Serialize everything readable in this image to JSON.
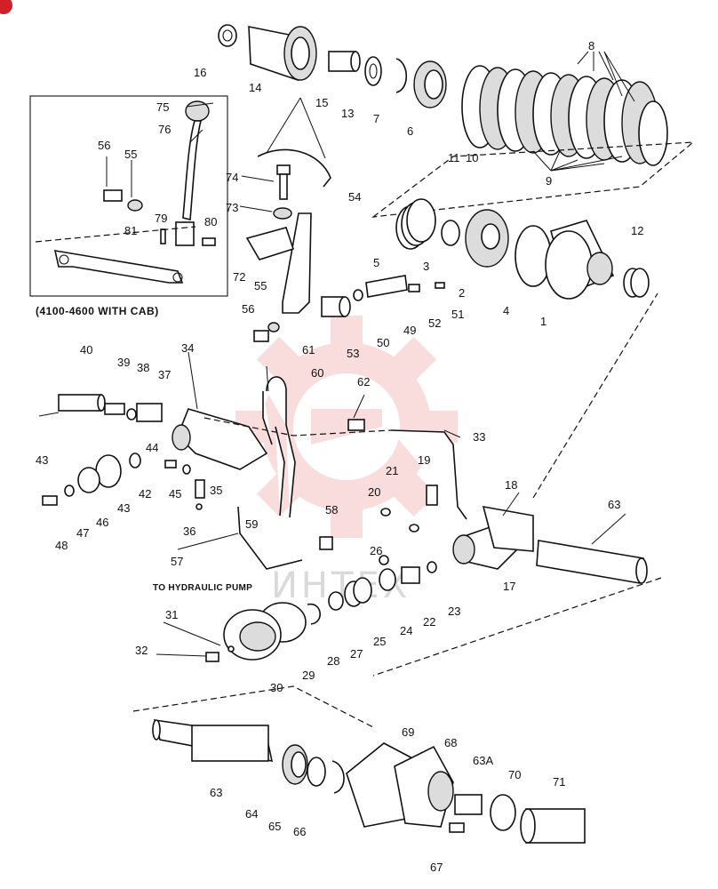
{
  "diagram": {
    "inset_caption": "(4100-4600   WITH CAB)",
    "callout_to_pump": "TO HYDRAULIC PUMP",
    "watermark_text": "ИНТЕХ",
    "colors": {
      "line": "#111111",
      "watermark": "#f2b8b8",
      "badge": "#d0202a"
    }
  },
  "labels": {
    "n1": "1",
    "n2": "2",
    "n3": "3",
    "n4": "4",
    "n5": "5",
    "n6": "6",
    "n7": "7",
    "n8": "8",
    "n9": "9",
    "n10": "10",
    "n11": "11",
    "n12": "12",
    "n13": "13",
    "n14": "14",
    "n15": "15",
    "n16": "16",
    "n17": "17",
    "n18": "18",
    "n19": "19",
    "n20": "20",
    "n21": "21",
    "n22": "22",
    "n23": "23",
    "n24": "24",
    "n25": "25",
    "n26": "26",
    "n27": "27",
    "n28": "28",
    "n29": "29",
    "n30": "30",
    "n31": "31",
    "n32": "32",
    "n33": "33",
    "n34": "34",
    "n35": "35",
    "n36": "36",
    "n37": "37",
    "n38": "38",
    "n39": "39",
    "n40": "40",
    "n42": "42",
    "n43a": "43",
    "n43b": "43",
    "n44": "44",
    "n45": "45",
    "n46": "46",
    "n47": "47",
    "n48": "48",
    "n49": "49",
    "n50": "50",
    "n51": "51",
    "n52": "52",
    "n53": "53",
    "n54": "54",
    "n55a": "55",
    "n55b": "55",
    "n56a": "56",
    "n56b": "56",
    "n57": "57",
    "n58": "58",
    "n59": "59",
    "n60": "60",
    "n61": "61",
    "n62": "62",
    "n63a": "63",
    "n63b": "63",
    "n63A": "63A",
    "n64": "64",
    "n65": "65",
    "n66": "66",
    "n67": "67",
    "n68": "68",
    "n69": "69",
    "n70": "70",
    "n71": "71",
    "n72": "72",
    "n73": "73",
    "n74": "74",
    "n75": "75",
    "n76": "76",
    "n79": "79",
    "n80": "80",
    "n81": "81"
  }
}
